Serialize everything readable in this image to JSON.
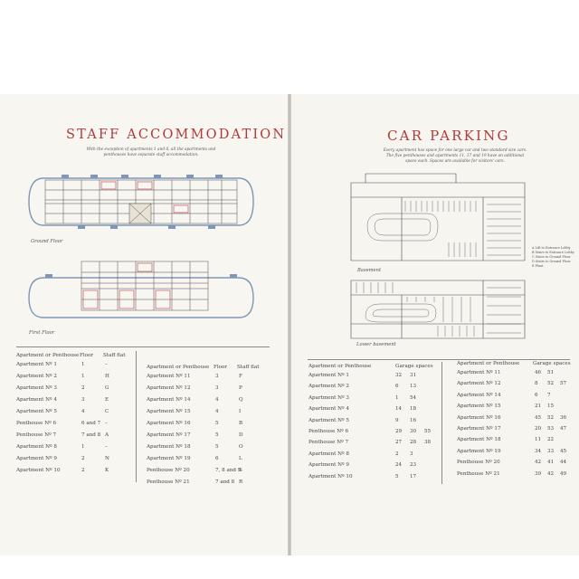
{
  "left_page": {
    "title": "STAFF ACCOMMODATION",
    "intro": "With the exception of apartments 1 and 6, all the apartments and penthouses have separate staff accommodation.",
    "captions": {
      "ground": "Ground Floor",
      "first": "First Floor"
    },
    "table_headers": {
      "apt": "Apartment or Penthouse",
      "floor": "Floor",
      "staff": "Staff flat"
    },
    "table_a": [
      [
        "Apartment Nº 1",
        "1",
        "–"
      ],
      [
        "Apartment Nº 2",
        "1",
        "H"
      ],
      [
        "Apartment Nº 3",
        "2",
        "G"
      ],
      [
        "Apartment Nº 4",
        "3",
        "E"
      ],
      [
        "Apartment Nº 5",
        "4",
        "C"
      ],
      [
        "Penthouse Nº 6",
        "6 and 7",
        "–"
      ],
      [
        "Penthouse Nº 7",
        "7 and 8",
        "A"
      ],
      [
        "Apartment Nº 8",
        "1",
        "–"
      ],
      [
        "Apartment Nº 9",
        "2",
        "N"
      ],
      [
        "Apartment Nº 10",
        "2",
        "K"
      ]
    ],
    "table_b": [
      [
        "Apartment Nº 11",
        "3",
        "F"
      ],
      [
        "Apartment Nº 12",
        "3",
        "P"
      ],
      [
        "Apartment Nº 14",
        "4",
        "Q"
      ],
      [
        "Apartment Nº 15",
        "4",
        "I"
      ],
      [
        "Apartment Nº 16",
        "5",
        "B"
      ],
      [
        "Apartment Nº 17",
        "5",
        "D"
      ],
      [
        "Apartment Nº 18",
        "5",
        "O"
      ],
      [
        "Apartment Nº 19",
        "6",
        "L"
      ],
      [
        "Penthouse Nº 20",
        "7, 8 and 9",
        "S"
      ],
      [
        "Penthouse Nº 21",
        "7 and 8",
        "R"
      ]
    ]
  },
  "right_page": {
    "title": "CAR PARKING",
    "intro": "Every apartment has space for one large car and two standard size cars. The five penthouses and apartments 11, 17 and 19 have an additional space each. Spaces are available for visitors' cars.",
    "captions": {
      "basement": "Basement",
      "lower": "Lower basement"
    },
    "legend": [
      "A Lift to Entrance Lobby",
      "B Stairs to Entrance Lobby",
      "C Stairs to Ground Floor",
      "D Stairs to Ground Floor",
      "E Plant"
    ],
    "table_headers": {
      "apt": "Apartment or Penthouse",
      "spaces": "Garage spaces"
    },
    "table_a": [
      [
        "Apartment Nº 1",
        "32",
        "31",
        ""
      ],
      [
        "Apartment Nº 2",
        "6",
        "13",
        ""
      ],
      [
        "Apartment Nº 3",
        "1",
        "54",
        ""
      ],
      [
        "Apartment Nº 4",
        "14",
        "18",
        ""
      ],
      [
        "Apartment Nº 5",
        "9",
        "16",
        ""
      ],
      [
        "Penthouse Nº 6",
        "29",
        "30",
        "55"
      ],
      [
        "Penthouse Nº 7",
        "27",
        "28",
        "38"
      ],
      [
        "Apartment Nº 8",
        "2",
        "3",
        ""
      ],
      [
        "Apartment Nº 9",
        "24",
        "23",
        ""
      ],
      [
        "Apartment Nº 10",
        "5",
        "17",
        ""
      ]
    ],
    "table_b": [
      [
        "Apartment Nº 11",
        "46",
        "51",
        ""
      ],
      [
        "Apartment Nº 12",
        "8",
        "52",
        "57"
      ],
      [
        "Apartment Nº 14",
        "6",
        "7",
        ""
      ],
      [
        "Apartment Nº 15",
        "21",
        "15",
        ""
      ],
      [
        "Apartment Nº 16",
        "45",
        "52",
        "36"
      ],
      [
        "Apartment Nº 17",
        "20",
        "53",
        "47"
      ],
      [
        "Apartment Nº 18",
        "11",
        "22",
        ""
      ],
      [
        "Apartment Nº 19",
        "34",
        "33",
        "45"
      ],
      [
        "Penthouse Nº 20",
        "42",
        "41",
        "44"
      ],
      [
        "Penthouse Nº 21",
        "39",
        "42",
        "49"
      ]
    ]
  },
  "colors": {
    "title_red": "#b03a3a",
    "plan_blue": "#7e97b8",
    "plan_ink": "#4a4a4a",
    "highlight_red": "#c25555"
  }
}
